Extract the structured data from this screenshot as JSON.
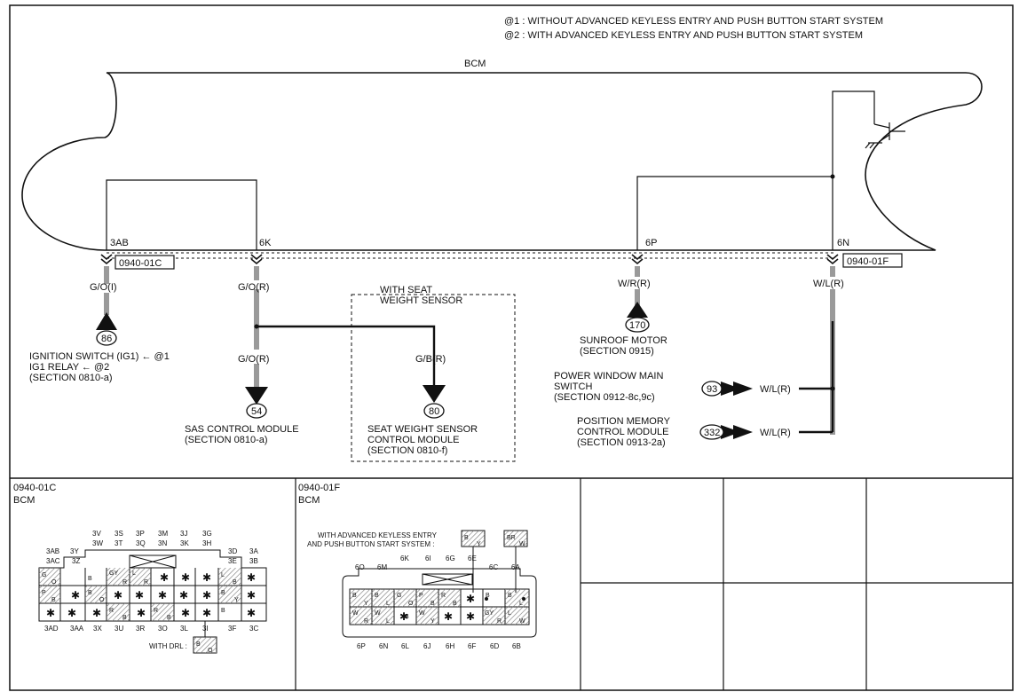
{
  "legend": {
    "note1": "@1 : WITHOUT ADVANCED KEYLESS ENTRY AND PUSH BUTTON START SYSTEM",
    "note2": "@2 : WITH ADVANCED KEYLESS ENTRY AND PUSH BUTTON START SYSTEM"
  },
  "module": {
    "name": "BCM"
  },
  "terminals": {
    "t3ab": "3AB",
    "t6k": "6K",
    "t6p": "6P",
    "t6n": "6N"
  },
  "connectors": {
    "c1": "0940-01C",
    "c2": "0940-01F"
  },
  "wires": {
    "w3ab": "G/O(I)",
    "w6k_top": "G/O(R)",
    "w6k_bottom": "G/O(R)",
    "w_seat": "G/B(R)",
    "w6p": "W/R(R)",
    "w6n": "W/L(R)",
    "w_pw": "W/L(R)",
    "w_pm": "W/L(R)"
  },
  "option_box": {
    "line1": "WITH SEAT",
    "line2": "WEIGHT SENSOR"
  },
  "components": {
    "ign": {
      "ref": "86",
      "line1": "IGNITION SWITCH (IG1) ",
      "line1_arrow": "←",
      "line1_note": " @1",
      "line2": "IG1 RELAY ",
      "line2_arrow": "←",
      "line2_note": " @2",
      "line3": "(SECTION 0810-a)"
    },
    "sas": {
      "ref": "54",
      "line1": "SAS CONTROL MODULE",
      "line2": "(SECTION 0810-a)"
    },
    "seat": {
      "ref": "80",
      "line1": "SEAT WEIGHT SENSOR",
      "line2": "CONTROL MODULE",
      "line3": "(SECTION 0810-f)"
    },
    "sunroof": {
      "ref": "170",
      "line1": "SUNROOF MOTOR",
      "line2": "(SECTION 0915)"
    },
    "pwm": {
      "ref": "93",
      "line1": "POWER WINDOW MAIN",
      "line2": "SWITCH",
      "line3": "(SECTION 0912-8c,9c)"
    },
    "pm": {
      "ref": "332",
      "line1": "POSITION MEMORY",
      "line2": "CONTROL MODULE",
      "line3": "(SECTION 0913-2a)"
    }
  },
  "panel1": {
    "code": "0940-01C",
    "name": "BCM",
    "top_row1": [
      "3V",
      "3S",
      "3P",
      "3M",
      "3J",
      "3G"
    ],
    "top_row2": [
      "3W",
      "3T",
      "3Q",
      "3N",
      "3K",
      "3H"
    ],
    "left_top": [
      "3AB",
      "3AC",
      "3Y",
      "3Z"
    ],
    "right_top": [
      "3D",
      "3A",
      "3E",
      "3B"
    ],
    "bottom_labels": [
      "3AD",
      "3AA",
      "3X",
      "3U",
      "3R",
      "3O",
      "3L",
      "3I",
      "3F",
      "3C"
    ],
    "with_drl": "WITH DRL :",
    "cells": [
      "G",
      "O",
      "B",
      "GY",
      "R",
      "L",
      "R",
      "P",
      "B",
      "L",
      "B",
      "O",
      "R",
      "B",
      "R",
      "B",
      "B",
      "Y",
      "B",
      "B",
      "B",
      "O"
    ]
  },
  "panel2": {
    "code": "0940-01F",
    "name": "BCM",
    "with_line1": "WITH ADVANCED KEYLESS ENTRY",
    "with_line2": "AND PUSH BUTTON START SYSTEM :",
    "top_labels_a": [
      "6K",
      "6I",
      "6G",
      "6E"
    ],
    "top_labels_b": [
      "6O",
      "6M",
      "6C",
      "6A"
    ],
    "bottom_labels": [
      "6P",
      "6N",
      "6L",
      "6J",
      "6H",
      "6F",
      "6D",
      "6B"
    ],
    "cells": [
      "B",
      "Y",
      "B",
      "L",
      "G",
      "O",
      "P",
      "B",
      "R",
      "B",
      "W",
      "R",
      "W",
      "L",
      "B",
      "W",
      "Y",
      "GY",
      "R",
      "B",
      "L",
      "W",
      "BR",
      "W"
    ]
  },
  "colors": {
    "ink": "#111111",
    "shield": "#8a8a8a",
    "paper": "#ffffff"
  }
}
